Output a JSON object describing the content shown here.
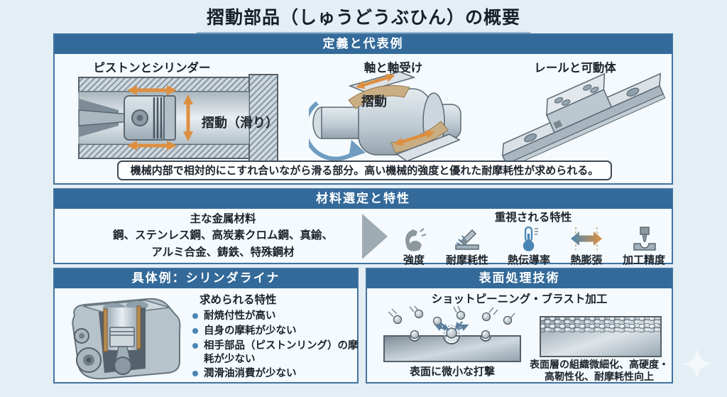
{
  "title": "摺動部品（しゅうどうぶひん）の概要",
  "colors": {
    "header_blue": "#336a99",
    "slide_bg": "#e3eef5",
    "orange_arrow": "#dd8f3f",
    "bearing_tan": "#c9ae83",
    "thermo_blue": "#4a86b4"
  },
  "definition": {
    "header": "定義と代表例",
    "example1_label": "ピストンとシリンダー",
    "example1_annotation": "摺動（滑り）",
    "example2_label": "軸と軸受け",
    "example2_annotation": "摺動",
    "example3_label": "レールと可動体",
    "summary": "機械内部で相対的にこすれ合いながら滑る部分。高い機械的強度と優れた耐摩耗性が求められる。"
  },
  "materials": {
    "header": "材料選定と特性",
    "metals_title": "主な金属材料",
    "metals_line1": "鋼、ステンレス鋼、高炭素クロム鋼、真鍮、",
    "metals_line2": "アルミ合金、鋳鉄、特殊鋼材",
    "properties_title": "重視される特性",
    "properties": [
      {
        "label": "強度",
        "icon": "muscle-icon"
      },
      {
        "label": "耐摩耗性",
        "icon": "abrasion-icon"
      },
      {
        "label": "熱伝導率",
        "icon": "thermometer-icon"
      },
      {
        "label": "熱膨張",
        "icon": "expansion-arrow-icon"
      },
      {
        "label": "加工精度",
        "icon": "machining-icon"
      }
    ]
  },
  "example": {
    "header": "具体例：シリンダライナ",
    "list_title": "求められる特性",
    "bullets": [
      "耐焼付性が高い",
      "自身の摩耗が少ない",
      "相手部品（ピストンリング）の摩耗が少ない",
      "潤滑油消費が少ない"
    ]
  },
  "surface": {
    "header": "表面処理技術",
    "title": "ショットピーニング・ブラスト加工",
    "left_caption": "表面に微小な打撃",
    "right_caption": "表面層の組織微細化、高硬度・高靭性化、耐摩耗性向上"
  }
}
